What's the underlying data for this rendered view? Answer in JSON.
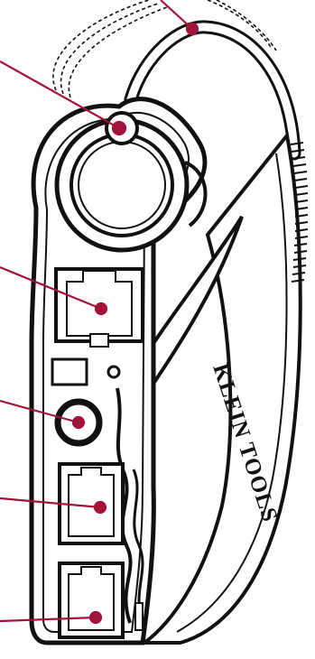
{
  "figure": {
    "brand_text": "KLEIN TOOLS",
    "colors": {
      "outline": "#111111",
      "fill": "#ffffff",
      "callout": "#a3123a"
    },
    "callouts": [
      {
        "target": "tip-button"
      },
      {
        "target": "upper-modular-port"
      },
      {
        "target": "round-port"
      },
      {
        "target": "middle-modular-port"
      },
      {
        "target": "lower-modular-port"
      }
    ]
  }
}
